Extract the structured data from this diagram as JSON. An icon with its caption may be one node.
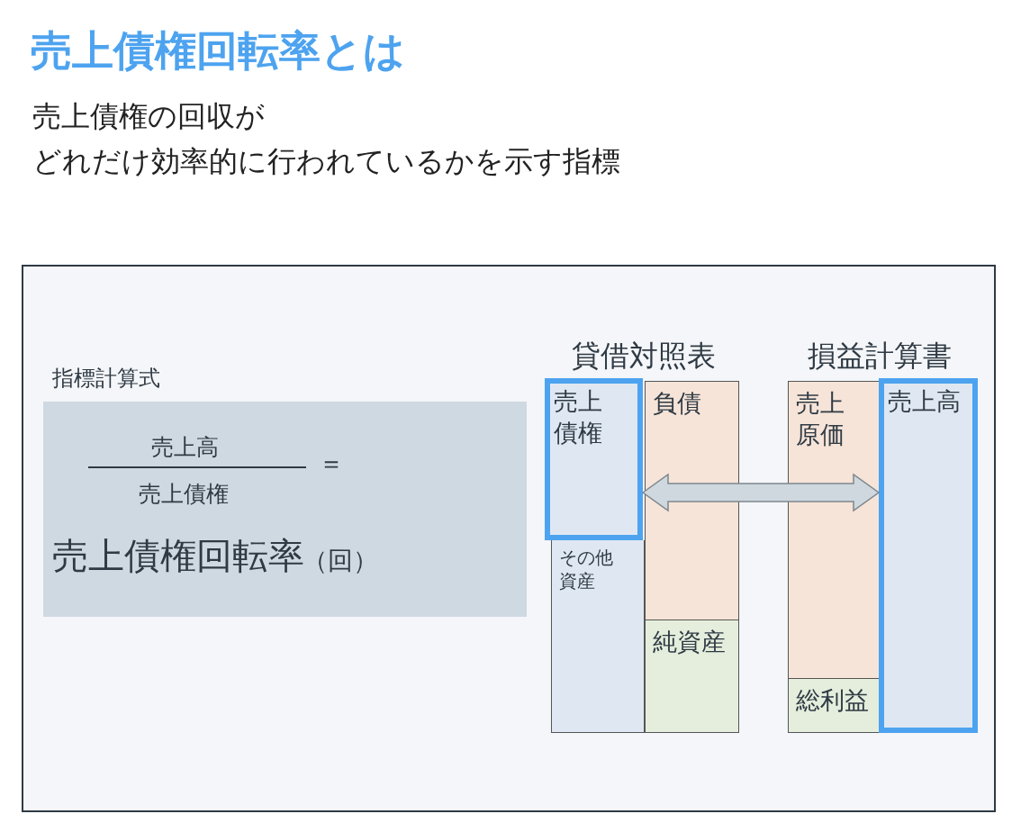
{
  "diagram": {
    "title": "売上債権回転率とは",
    "nodes": [
      {
        "text": [],
        "shape": "box"
      },
      {
        "text": [
          "指標計算式",
          "売上高",
          "売上債権",
          "＝",
          "売上債権回転率",
          "（回）"
        ],
        "in": 0
      },
      {
        "text": [
          "売上債権"
        ],
        "in": 0
      },
      {
        "text": [
          "その他資産"
        ],
        "in": 0
      },
      {
        "text": [
          "負債"
        ],
        "in": 0
      },
      {
        "text": [
          "純資産"
        ],
        "in": 0
      },
      {
        "text": [
          "売上原価"
        ],
        "in": 0
      },
      {
        "text": [
          "総利益"
        ],
        "in": 0
      },
      {
        "text": [
          "売上高"
        ],
        "in": 0
      }
    ],
    "edges": [
      {
        "from": 2,
        "to": 8,
        "arrow": "both",
        "style": "thick"
      }
    ],
    "labels": [
      "売上債権の回収が",
      "どれだけ効率的に行われているかを示す指標",
      "貸借対照表",
      "損益計算書"
    ]
  }
}
